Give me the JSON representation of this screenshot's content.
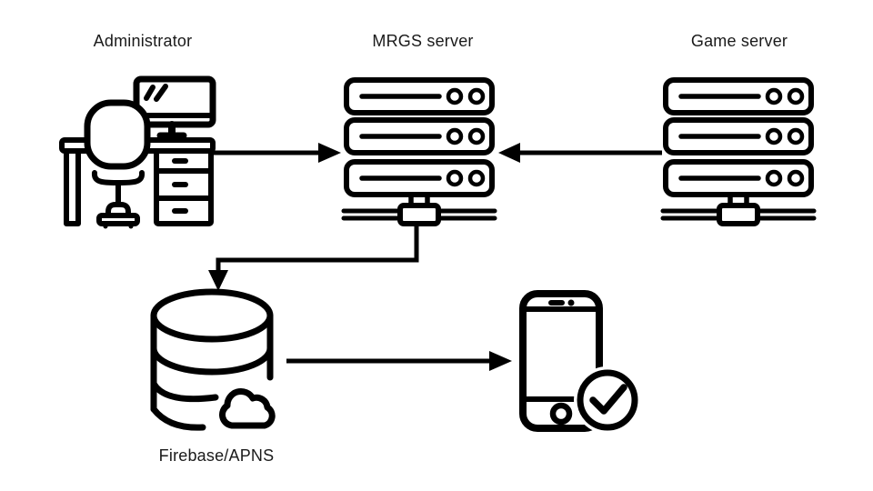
{
  "page": {
    "background": "#ffffff",
    "line_color": "#000000",
    "text_color": "#1a1a1a"
  },
  "diagram": {
    "nodes": [
      {
        "id": "administrator",
        "label": "Administrator",
        "icon": "workstation-desk-icon"
      },
      {
        "id": "mrgs-server",
        "label": "MRGS server",
        "icon": "server-rack-icon"
      },
      {
        "id": "game-server",
        "label": "Game server",
        "icon": "server-rack-icon"
      },
      {
        "id": "firebase-apns",
        "label": "Firebase/APNS",
        "icon": "database-cloud-icon"
      },
      {
        "id": "mobile-device",
        "label": "",
        "icon": "smartphone-check-icon"
      }
    ],
    "edges": [
      {
        "from": "administrator",
        "to": "mrgs-server",
        "shape": "straight",
        "arrow": "right"
      },
      {
        "from": "game-server",
        "to": "mrgs-server",
        "shape": "straight",
        "arrow": "left"
      },
      {
        "from": "mrgs-server",
        "to": "firebase-apns",
        "shape": "elbow",
        "arrow": "down"
      },
      {
        "from": "firebase-apns",
        "to": "mobile-device",
        "shape": "straight",
        "arrow": "right"
      }
    ]
  }
}
